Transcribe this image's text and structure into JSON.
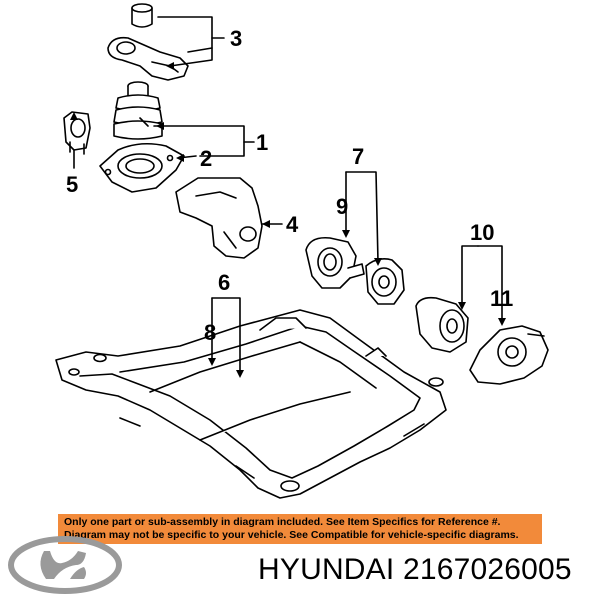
{
  "callouts": {
    "c1": "1",
    "c2": "2",
    "c3": "3",
    "c4": "4",
    "c5": "5",
    "c6": "6",
    "c7": "7",
    "c8": "8",
    "c9": "9",
    "c10": "10",
    "c11": "11"
  },
  "notice": {
    "line1": "Only one part or sub-assembly in diagram included. See Item Specifics for Reference #.",
    "line2": "Diagram may not be specific to your vehicle. See Compatible for vehicle-specific diagrams."
  },
  "brand": {
    "label": "HYUNDAI 2167026005",
    "logo_icon": "hyundai-logo-icon"
  },
  "colors": {
    "notice_bg": "#f28a3a",
    "line": "#000000",
    "part_fill": "#ffffff"
  }
}
